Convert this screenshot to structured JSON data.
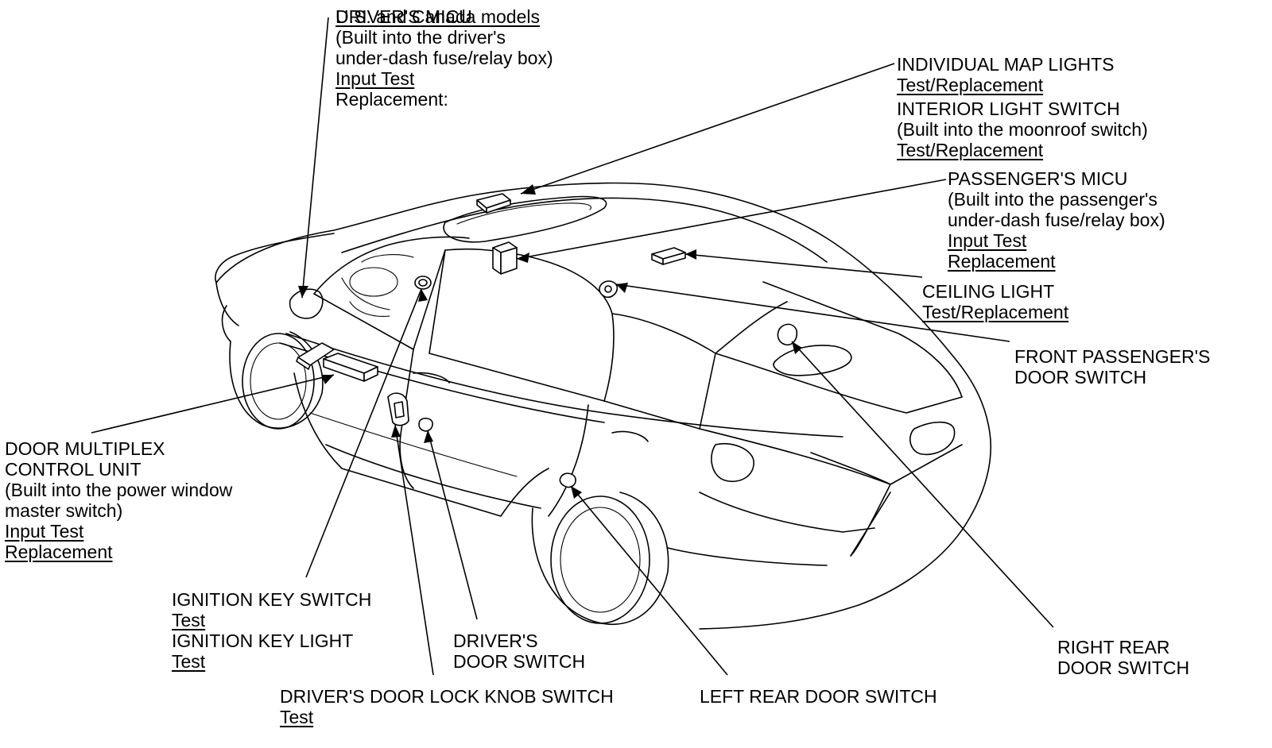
{
  "callouts": {
    "drivers_micu": {
      "title": "DRIVER'S MICU",
      "overlap_text": "U.S. and Canada models",
      "lines": [
        "(Built into the driver's",
        "under-dash fuse/relay box)"
      ],
      "links": [
        "Input Test",
        "Replacement:"
      ]
    },
    "individual_map_lights": {
      "title": "INDIVIDUAL MAP LIGHTS",
      "links": [
        "Test/Replacement"
      ]
    },
    "interior_light_switch": {
      "title": "INTERIOR LIGHT SWITCH",
      "lines": [
        "(Built into the moonroof switch)"
      ],
      "links": [
        "Test/Replacement"
      ]
    },
    "passengers_micu": {
      "title": "PASSENGER'S MICU",
      "lines": [
        "(Built into the passenger's",
        "under-dash fuse/relay box)"
      ],
      "links": [
        "Input Test",
        "Replacement"
      ]
    },
    "ceiling_light": {
      "title": "CEILING LIGHT",
      "links": [
        "Test/Replacement"
      ]
    },
    "front_passengers_door_switch": {
      "lines": [
        "FRONT PASSENGER'S",
        "DOOR SWITCH"
      ]
    },
    "door_multiplex_control_unit": {
      "lines": [
        "DOOR MULTIPLEX",
        "CONTROL UNIT",
        "(Built into the power window",
        "master switch)"
      ],
      "links": [
        "Input Test",
        "Replacement"
      ]
    },
    "ignition_key_switch": {
      "title": "IGNITION KEY SWITCH",
      "links": [
        "Test"
      ]
    },
    "ignition_key_light": {
      "title": "IGNITION KEY LIGHT",
      "links": [
        "Test"
      ]
    },
    "drivers_door_switch": {
      "lines": [
        "DRIVER'S",
        "DOOR SWITCH"
      ]
    },
    "drivers_door_lock_knob_switch": {
      "title": "DRIVER'S DOOR LOCK KNOB SWITCH",
      "links": [
        "Test"
      ]
    },
    "left_rear_door_switch": {
      "title": "LEFT REAR DOOR SWITCH"
    },
    "right_rear_door_switch": {
      "lines": [
        "RIGHT REAR",
        "DOOR SWITCH"
      ]
    }
  }
}
